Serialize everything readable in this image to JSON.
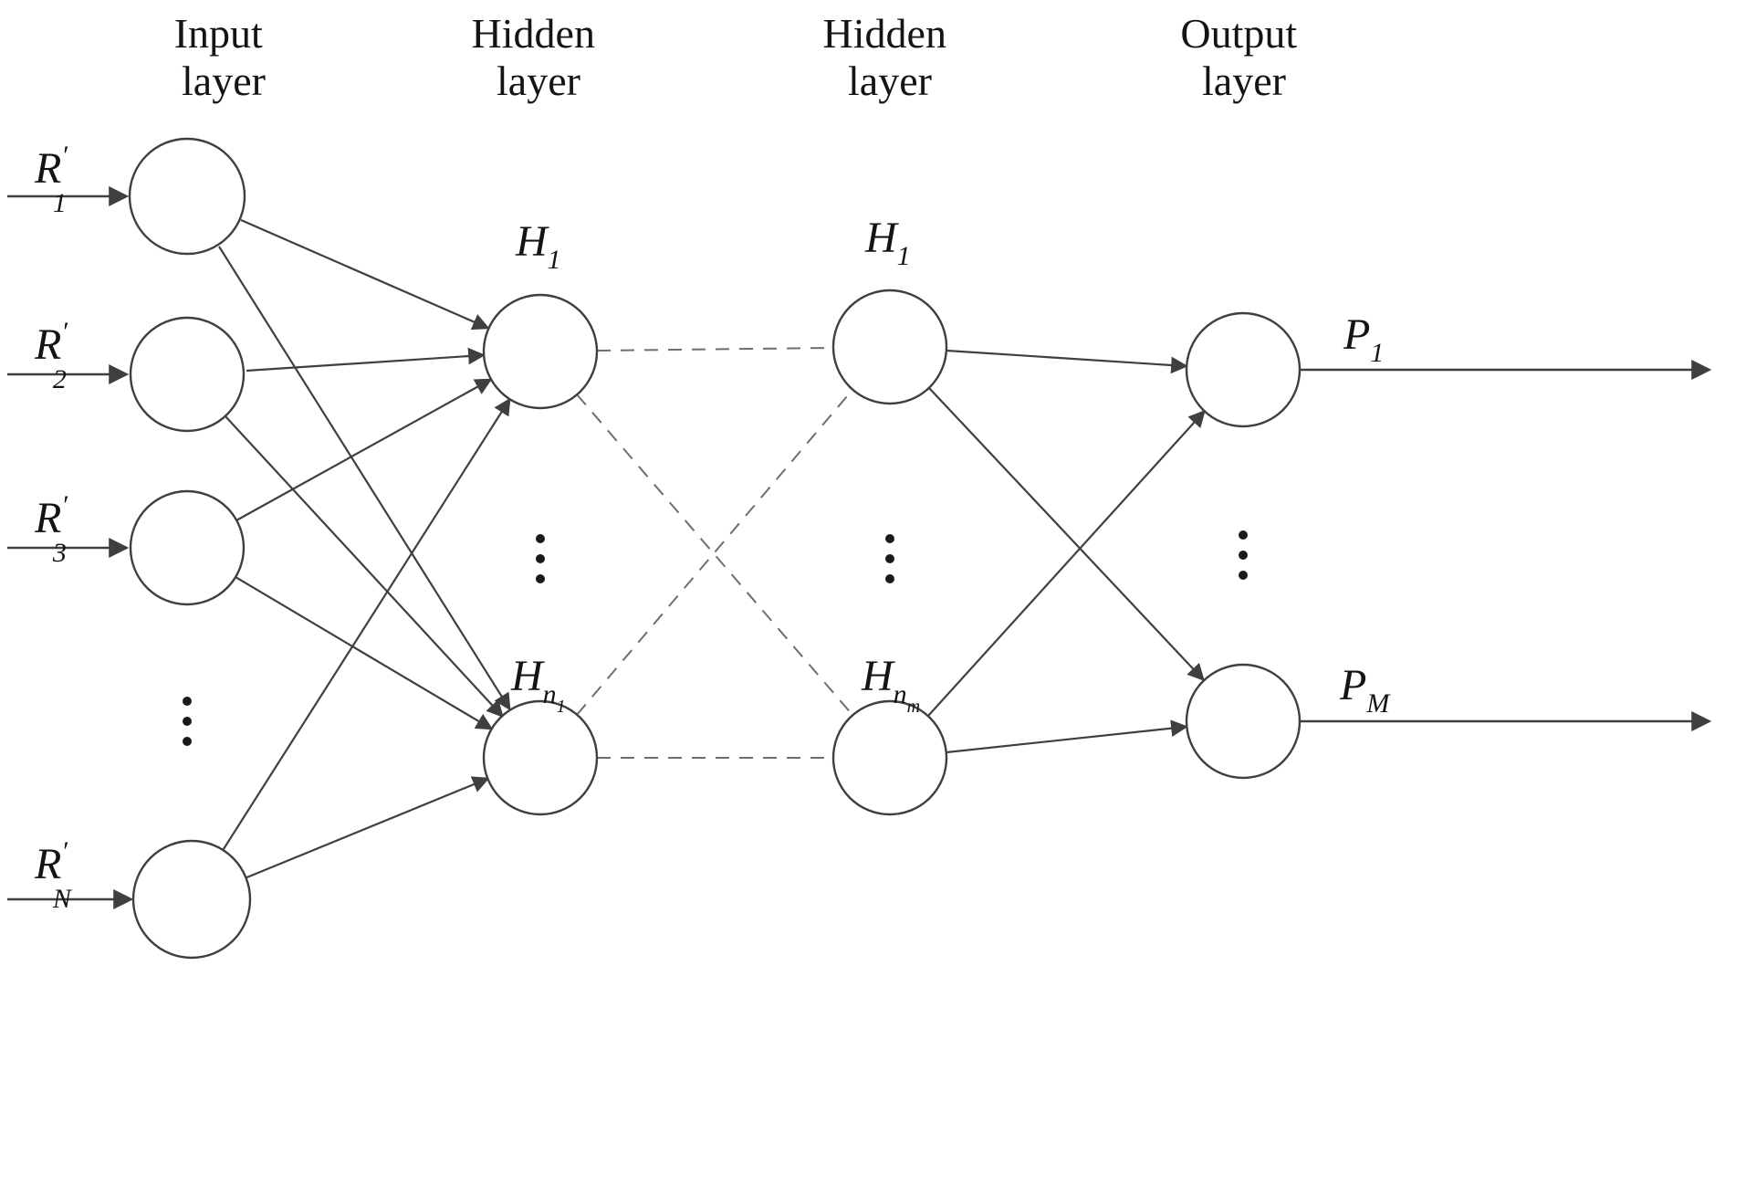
{
  "headers": {
    "input": {
      "line1": "Input",
      "line2": "layer"
    },
    "hidden1": {
      "line1": "Hidden",
      "line2": "layer"
    },
    "hidden2": {
      "line1": "Hidden",
      "line2": "layer"
    },
    "output": {
      "line1": "Output",
      "line2": "layer"
    }
  },
  "nodes": {
    "input": [
      {
        "base": "R",
        "prime": "′",
        "sub": "1"
      },
      {
        "base": "R",
        "prime": "′",
        "sub": "2"
      },
      {
        "base": "R",
        "prime": "′",
        "sub": "3"
      },
      {
        "base": "R",
        "prime": "′",
        "sub": "N"
      }
    ],
    "hidden1": [
      {
        "base": "H",
        "sub": "1"
      },
      {
        "base": "H",
        "sub": "n",
        "subsub": "1"
      }
    ],
    "hidden2": [
      {
        "base": "H",
        "sub": "1"
      },
      {
        "base": "H",
        "sub": "n",
        "subsub": "m"
      }
    ],
    "output": [
      {
        "base": "P",
        "sub": "1"
      },
      {
        "base": "P",
        "sub": "M"
      }
    ]
  },
  "colors": {
    "background": "#ffffff",
    "stroke": "#3f3f3f",
    "dashed": "#6e6e6e"
  }
}
